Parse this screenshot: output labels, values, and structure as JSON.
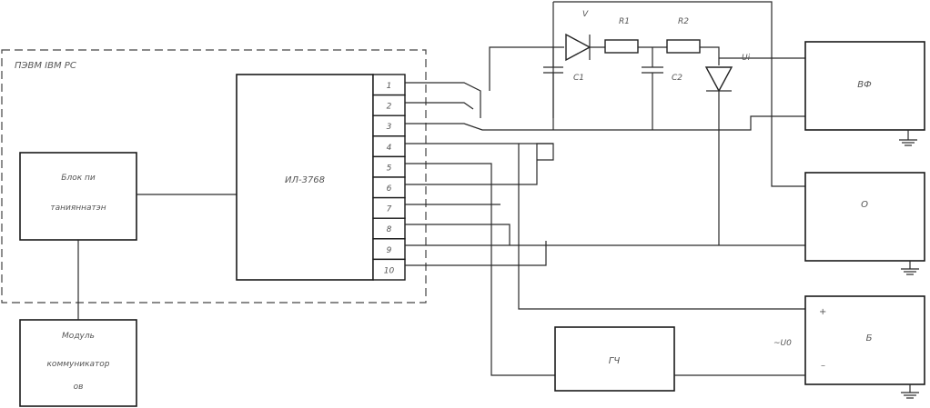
{
  "dashed_group": {
    "label": "ПЭВМ IBM PC"
  },
  "blocks": {
    "left_block": {
      "line1": "Блок пи",
      "line2": "танияннатэн"
    },
    "bottom_left_block": {
      "line1": "Модуль",
      "line2": "коммуникатор",
      "line3": "ов"
    },
    "interface_block": {
      "label": "ИЛ-3768"
    },
    "right_top_block": {
      "label": "ВФ"
    },
    "right_mid_block": {
      "label": "О"
    },
    "right_bottom_block": {
      "label": "Б"
    },
    "bottom_mid_block": {
      "label": "ГЧ"
    }
  },
  "pins": [
    "1",
    "2",
    "3",
    "4",
    "5",
    "6",
    "7",
    "8",
    "9",
    "10"
  ],
  "components": {
    "diode_top_label": "V",
    "r1_label": "R1",
    "r2_label": "R2",
    "c1_label": "C1",
    "c2_label": "C2",
    "ui_label": "Ui",
    "ug_label": "~U0",
    "plus_label": "+",
    "minus_label": "–"
  }
}
